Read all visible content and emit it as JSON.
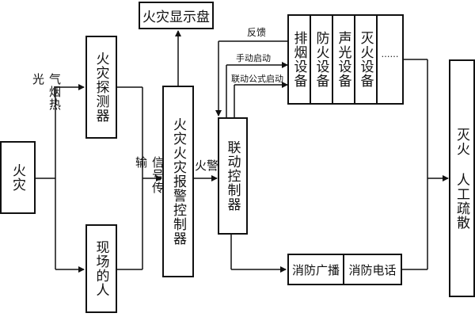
{
  "nodes": {
    "fire": "火灾",
    "fire_detector": "火灾探测器",
    "on_site_people": "现场的人",
    "alarm_controller": "火灾火灾报警控制器",
    "display_panel": "火灾显示盘",
    "linkage_controller": "联动控制器",
    "smoke_exhaust": "排烟设备",
    "fire_prevention": "防火设备",
    "sound_light": "声光设备",
    "extinguishing": "灭火设备",
    "broadcast": "消防广播",
    "telephone": "消防电话",
    "evacuation": "灭火 人工疏散"
  },
  "labels": {
    "smoke_heat_light": "气烟热光",
    "signal_transmission": "信号传输",
    "fire_alarm": "火警",
    "feedback": "反馈",
    "manual_start": "手动启动",
    "linkage_start": "联动公式启动",
    "more": "……"
  }
}
